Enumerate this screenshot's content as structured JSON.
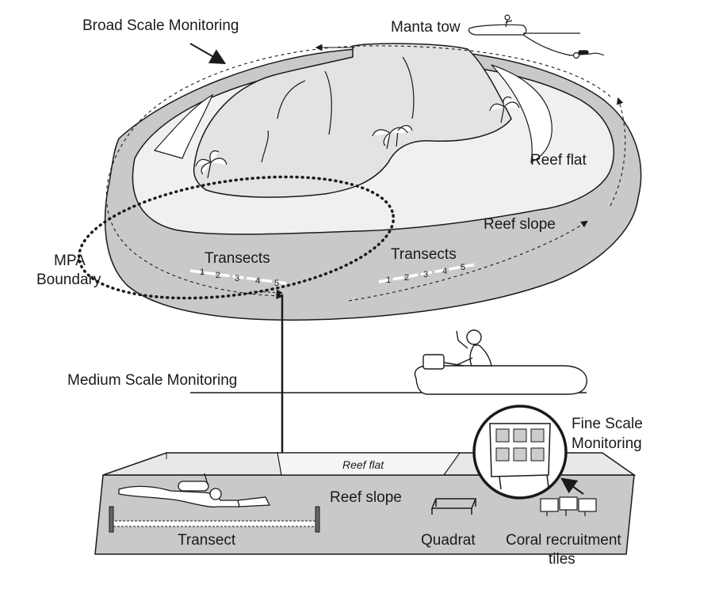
{
  "labels": {
    "broad_scale": "Broad Scale Monitoring",
    "manta_tow": "Manta tow",
    "reef_flat_top": "Reef flat",
    "reef_slope_top": "Reef slope",
    "mpa_line1": "MPA",
    "mpa_line2": "Boundary",
    "transects_left": "Transects",
    "transects_right": "Transects",
    "medium_scale": "Medium Scale Monitoring",
    "fine_scale_line1": "Fine Scale",
    "fine_scale_line2": "Monitoring",
    "reef_flat_bottom": "Reef flat",
    "reef_slope_bottom": "Reef slope",
    "transect": "Transect",
    "quadrat": "Quadrat",
    "coral_line1": "Coral recruitment",
    "coral_line2": "tiles"
  },
  "transect_numbers_left": [
    "1",
    "2",
    "3",
    "4",
    "5"
  ],
  "transect_numbers_right": [
    "1",
    "2",
    "3",
    "4",
    "5"
  ],
  "colors": {
    "reef_slope": "#c9c9c9",
    "reef_flat": "#f0f0f0",
    "island": "#e3e3e3",
    "outline": "#1a1a1a"
  }
}
